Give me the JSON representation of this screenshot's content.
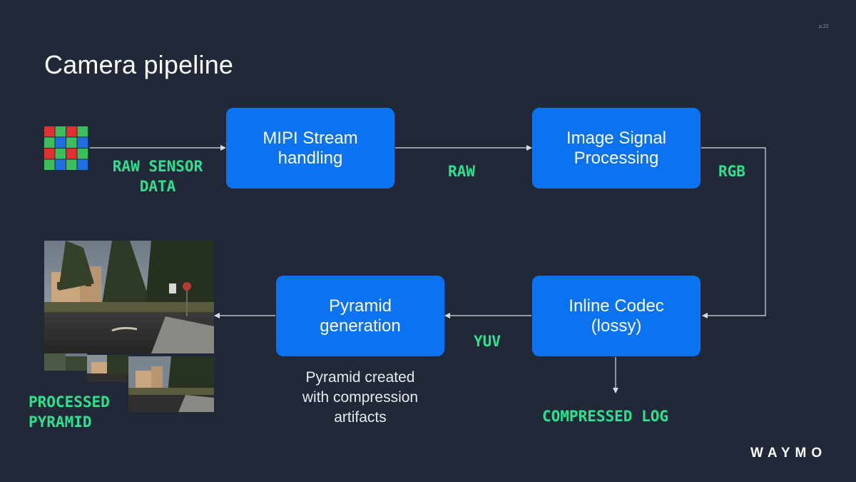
{
  "page_number": "p.22",
  "title": "Camera pipeline",
  "boxes": {
    "mipi": "MIPI Stream\nhandling",
    "isp": "Image Signal\nProcessing",
    "codec": "Inline Codec\n(lossy)",
    "pyramid": "Pyramid\ngeneration"
  },
  "labels": {
    "raw_sensor": "RAW SENSOR\nDATA",
    "raw": "RAW",
    "rgb": "RGB",
    "yuv": "YUV",
    "compressed_log": "COMPRESSED LOG",
    "processed_pyramid": "PROCESSED\nPYRAMID"
  },
  "note": "Pyramid created\nwith compression\nartifacts",
  "logo": "WAYMO",
  "colors": {
    "background": "#212837",
    "box": "#0b73f2",
    "label": "#2fe08f",
    "arrow": "#d9dde4"
  },
  "bayer_pattern": [
    [
      "R",
      "G",
      "R",
      "G"
    ],
    [
      "G",
      "B",
      "G",
      "B"
    ],
    [
      "R",
      "G",
      "R",
      "G"
    ],
    [
      "G",
      "B",
      "G",
      "B"
    ]
  ]
}
